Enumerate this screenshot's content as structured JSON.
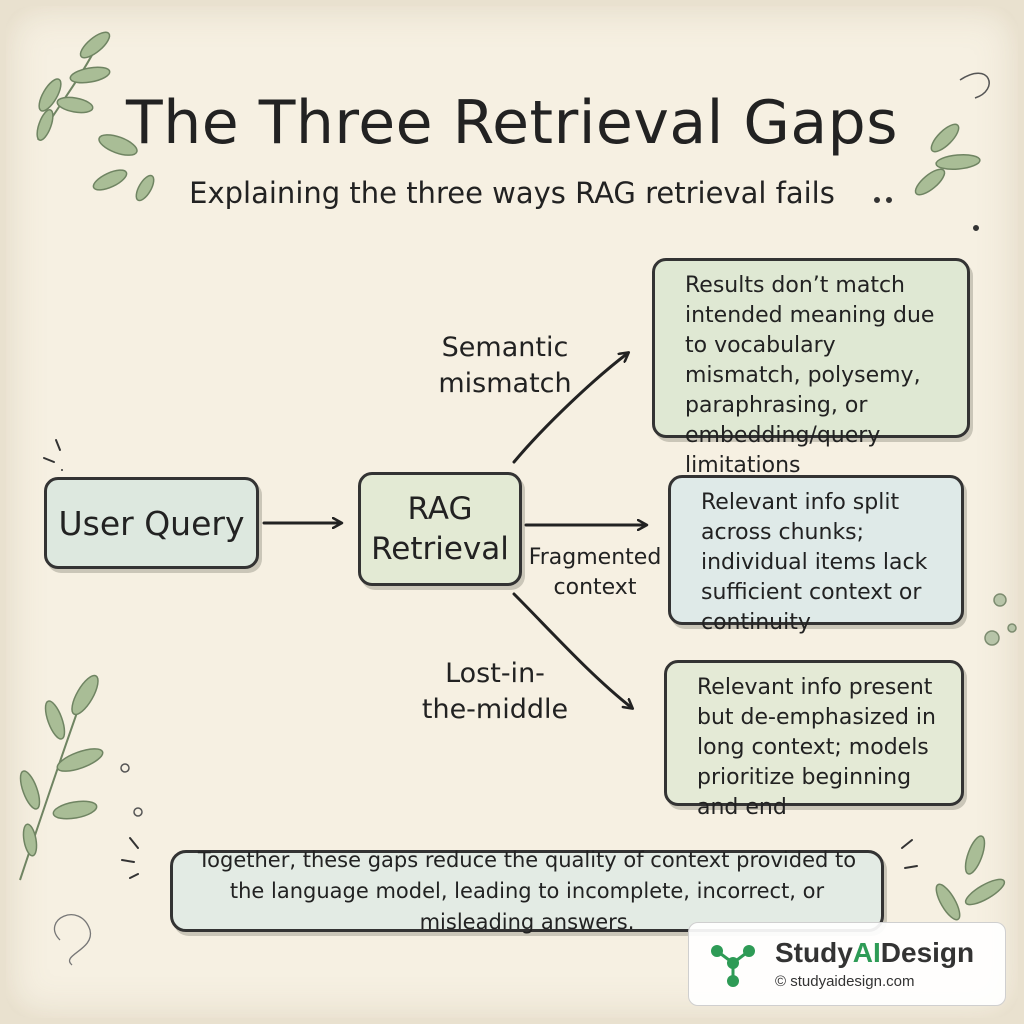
{
  "header": {
    "title": "The Three Retrieval Gaps",
    "subtitle": "Explaining the three ways RAG retrieval fails"
  },
  "nodes": {
    "user_query": "User Query",
    "rag_retrieval": "RAG\nRetrieval"
  },
  "edges": {
    "semantic": "Semantic\nmismatch",
    "fragmented": "Fragmented\ncontext",
    "lost": "Lost-in-\nthe-middle"
  },
  "gaps": {
    "semantic": "Results don’t match intended meaning due to vocabulary mismatch, polysemy, paraphrasing, or embedding/query limitations",
    "fragmented": "Relevant info split across chunks; individual items lack sufficient context or continuity",
    "lost": "Relevant info present but de-emphasized in long context; models prioritize beginning and end"
  },
  "footer": {
    "text": "Together, these gaps reduce the quality of context provided to the language model, leading to incomplete, incorrect, or misleading answers."
  },
  "brand": {
    "name_part1": "Study",
    "name_part2": "AI",
    "name_part3": "Design",
    "url": "© studyaidesign.com"
  },
  "colors": {
    "background": "#f6f0e2",
    "leaf": "#a3b890",
    "brand_green": "#2e9b56",
    "ink": "#222222"
  }
}
